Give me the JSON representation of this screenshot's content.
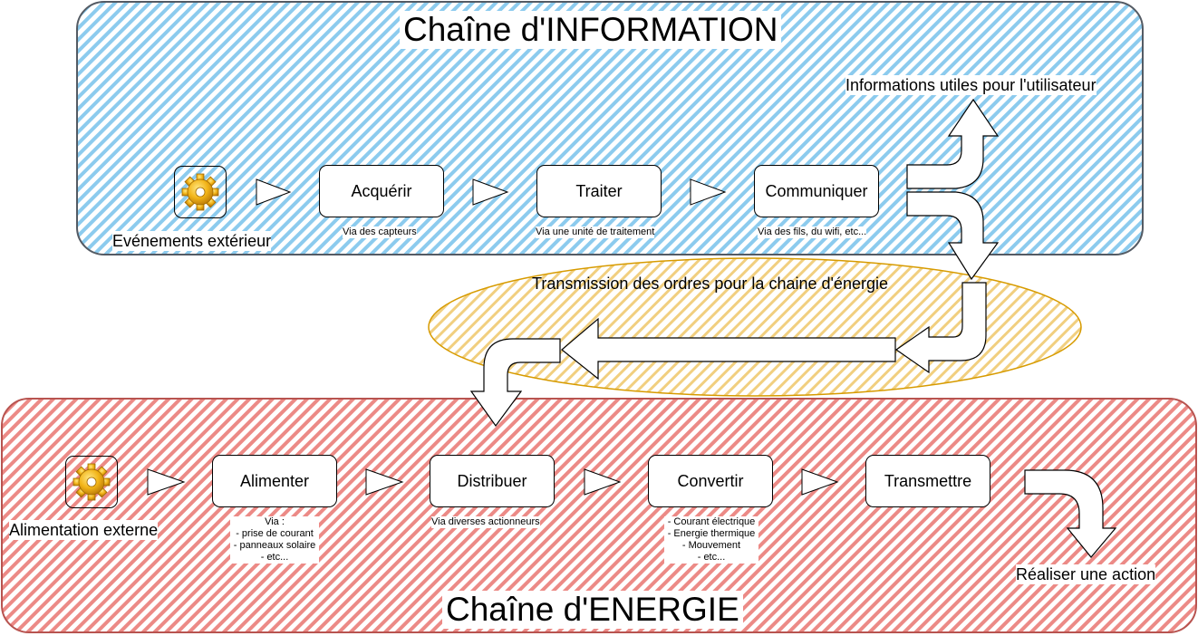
{
  "info_chain": {
    "title": "Chaîne d'INFORMATION",
    "source_label": "Evénements extérieur",
    "steps": [
      {
        "label": "Acquérir",
        "detail": "Via des capteurs"
      },
      {
        "label": "Traiter",
        "detail": "Via une unité de traitement"
      },
      {
        "label": "Communiquer",
        "detail": "Via des fils, du wifi, etc..."
      }
    ],
    "output_label": "Informations utiles pour l'utilisateur",
    "color": "#1ba1e2"
  },
  "transmission": {
    "label": "Transmission des ordres pour la chaine d'énergie",
    "color": "#f0c050"
  },
  "energy_chain": {
    "title": "Chaîne d'ENERGIE",
    "source_label": "Alimentation externe",
    "steps": [
      {
        "label": "Alimenter",
        "detail_lines": [
          "Via :",
          "- prise de courant",
          "- panneaux solaire",
          "- etc..."
        ]
      },
      {
        "label": "Distribuer",
        "detail_lines": [
          "Via diverses actionneurs"
        ]
      },
      {
        "label": "Convertir",
        "detail_lines": [
          "- Courant électrique",
          "- Energie thermique",
          "- Mouvement",
          "- etc..."
        ]
      },
      {
        "label": "Transmettre",
        "detail_lines": []
      }
    ],
    "output_label": "Réaliser une action",
    "color": "#e0302a"
  },
  "icons": {
    "source_icon": "gear-icon"
  }
}
